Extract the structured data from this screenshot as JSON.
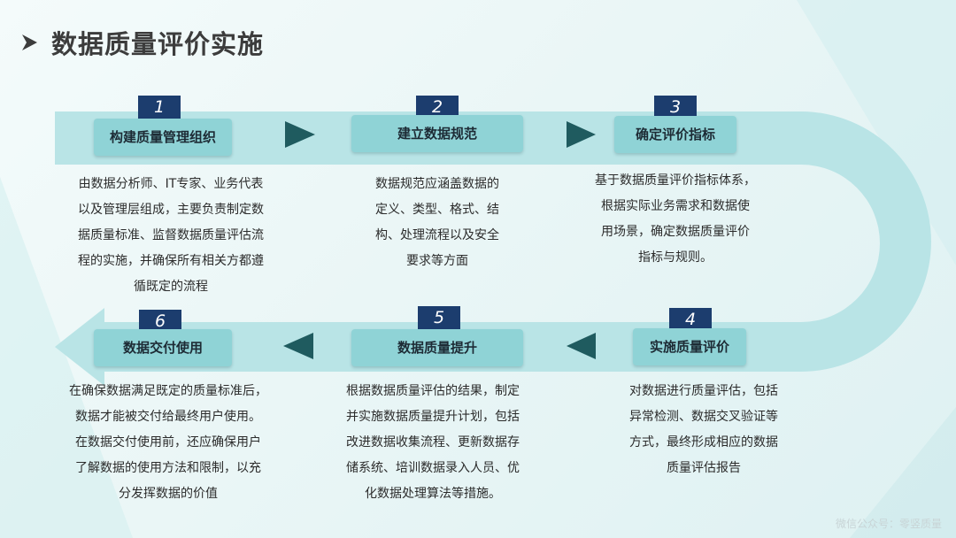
{
  "page": {
    "title": "数据质量评价实施"
  },
  "steps": [
    {
      "num": "1",
      "label": "构建质量管理组织",
      "lines": [
        "由数据分析师、IT专家、业务代表",
        "以及管理层组成，主要负责制定数",
        "据质量标准、监督数据质量评估流",
        "程的实施，并确保所有相关方都遵",
        "循既定的流程"
      ]
    },
    {
      "num": "2",
      "label": "建立数据规范",
      "lines": [
        "数据规范应涵盖数据的",
        "定义、类型、格式、结",
        "构、处理流程以及安全",
        "要求等方面"
      ]
    },
    {
      "num": "3",
      "label": "确定评价指标",
      "lines": [
        "基于数据质量评价指标体系，",
        "根据实际业务需求和数据使",
        "用场景，确定数据质量评价",
        "指标与规则。"
      ]
    },
    {
      "num": "4",
      "label": "实施质量评价",
      "lines": [
        "对数据进行质量评估，包括",
        "异常检测、数据交叉验证等",
        "方式，最终形成相应的数据",
        "质量评估报告"
      ]
    },
    {
      "num": "5",
      "label": "数据质量提升",
      "lines": [
        "根据数据质量评估的结果，制定",
        "并实施数据质量提升计划，包括",
        "改进数据收集流程、更新数据存",
        "储系统、培训数据录入人员、优",
        "化数据处理算法等措施。"
      ]
    },
    {
      "num": "6",
      "label": "数据交付使用",
      "lines": [
        "在确保数据满足既定的质量标准后，",
        "数据才能被交付给最终用户使用。",
        "在数据交付使用前，还应确保用户",
        "了解数据的使用方法和限制，以充",
        "分发挥数据的价值"
      ]
    }
  ],
  "footer": {
    "watermark": "微信公众号：零竖质量"
  },
  "colors": {
    "band": "#b9e4e6",
    "label_bg": "#8fd3d6",
    "num_bg": "#1c3d6e",
    "arrow_dark": "#1f5b5f"
  }
}
